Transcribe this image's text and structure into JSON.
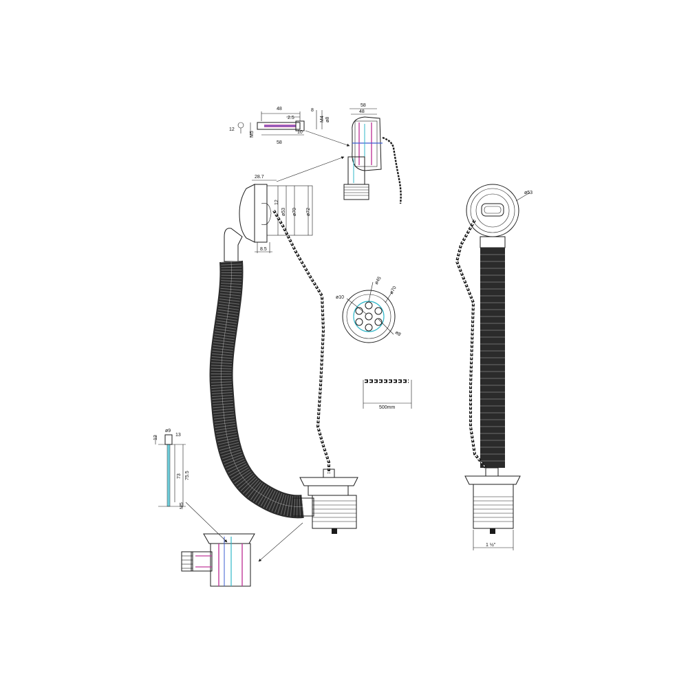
{
  "colors": {
    "line": "#1a1a1a",
    "hose": "#2b2b2b",
    "hose_rib": "#6e6e6e",
    "accent_cyan": "#2fb7c9",
    "accent_magenta": "#c0399a",
    "accent_blue": "#3a5bd0",
    "background": "#ffffff"
  },
  "overflow_detail": {
    "dims": {
      "d48": "48",
      "d8": "8",
      "d25": "2.5",
      "m4": "M4",
      "d8b": "ø8",
      "d12": "12",
      "d10": "10",
      "m5": "M5",
      "d58": "58"
    }
  },
  "overflow_section": {
    "dims": {
      "d58": "58",
      "d48": "48"
    }
  },
  "overflow_side": {
    "dims": {
      "d287": "28.7",
      "d85": "8.5",
      "d53": "ø53",
      "d70": "ø70",
      "d72": "ø72",
      "d12": "12"
    }
  },
  "grid_plan": {
    "dims": {
      "d10": "ø10",
      "d45": "ø45",
      "d70": "ø70",
      "d08": "ø8"
    }
  },
  "chain_sample": {
    "label": "500mm"
  },
  "front_view": {
    "dims": {
      "d53": "ø53",
      "thread": "1 ½\""
    }
  },
  "rod_detail": {
    "dims": {
      "d9": "ø9",
      "d13": "13",
      "d12": "12",
      "d73": "73",
      "d755": "75.5",
      "m5": "M5"
    }
  }
}
